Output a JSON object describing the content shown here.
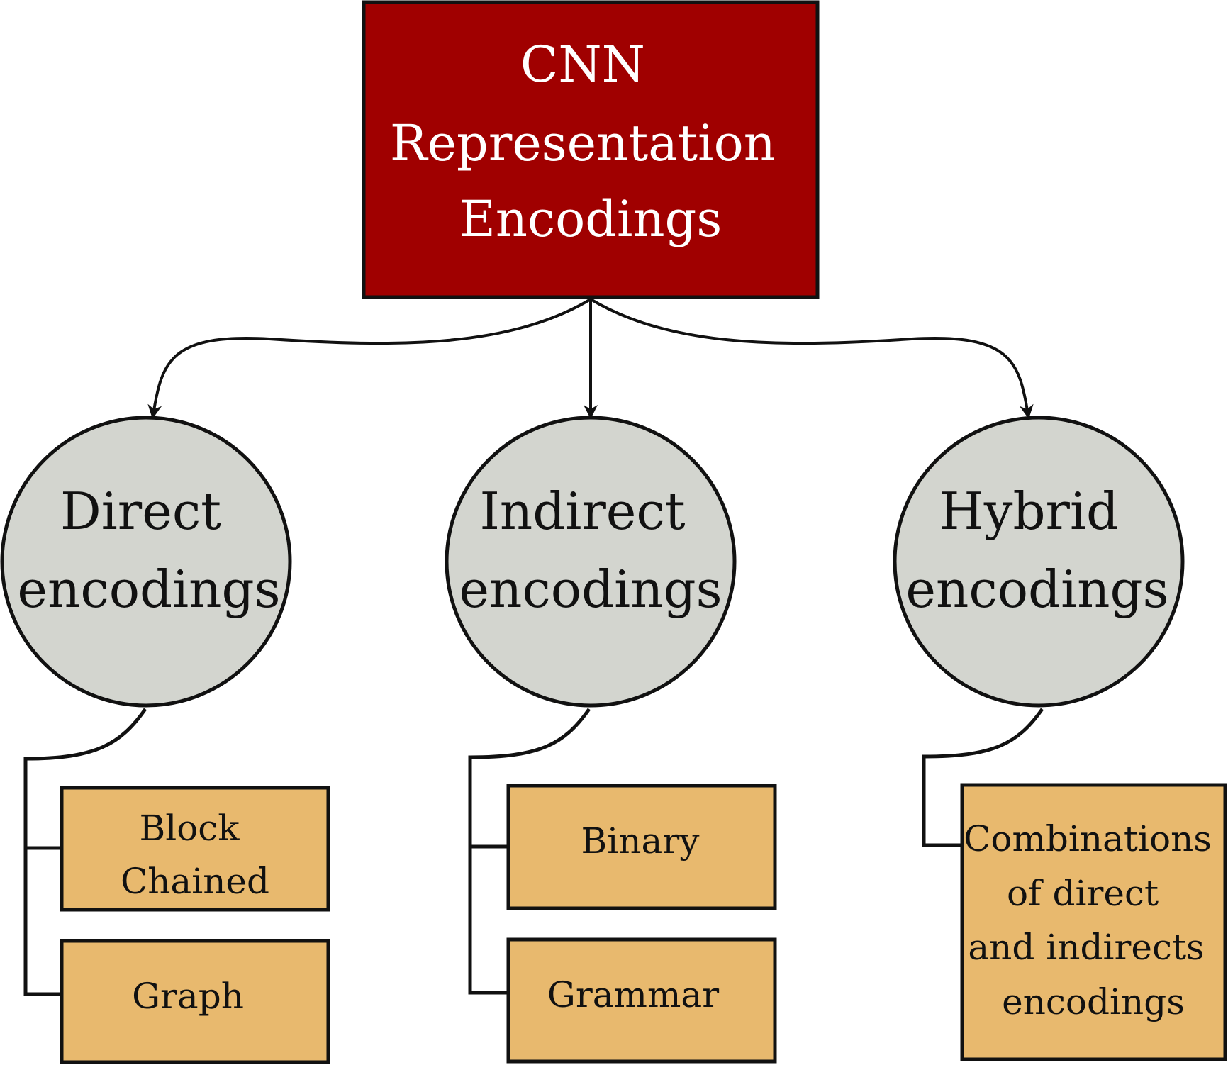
{
  "colors": {
    "root_fill": "#a00000",
    "circle_fill": "#d3d5cf",
    "leaf_fill": "#e8b96e",
    "stroke": "#111111",
    "root_text": "#ffffff"
  },
  "root": {
    "lines": [
      "CNN",
      "Representation",
      "Encodings"
    ]
  },
  "categories": [
    {
      "lines": [
        "Direct",
        "encodings"
      ],
      "children": [
        {
          "lines": [
            "Block",
            "Chained"
          ]
        },
        {
          "lines": [
            "Graph"
          ]
        }
      ]
    },
    {
      "lines": [
        "Indirect",
        "encodings"
      ],
      "children": [
        {
          "lines": [
            "Binary"
          ]
        },
        {
          "lines": [
            "Grammar"
          ]
        }
      ]
    },
    {
      "lines": [
        "Hybrid",
        "encodings"
      ],
      "children": [
        {
          "lines": [
            "Combinations",
            "of direct",
            "and indirects",
            "encodings"
          ]
        }
      ]
    }
  ]
}
